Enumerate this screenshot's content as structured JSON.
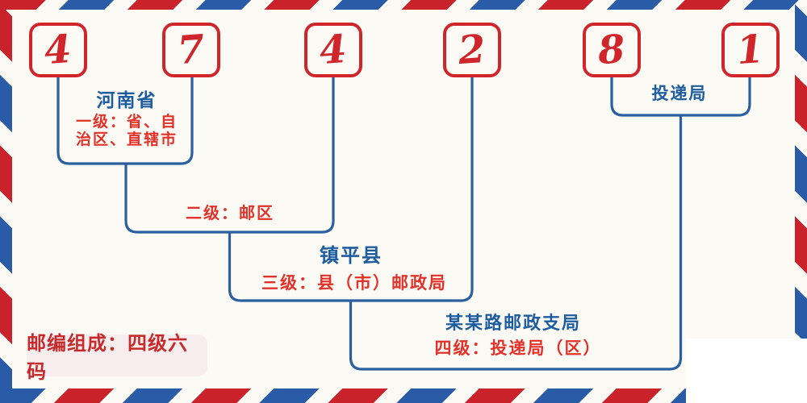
{
  "postal_code": {
    "digits": [
      "4",
      "7",
      "4",
      "2",
      "8",
      "1"
    ],
    "full": "474281"
  },
  "labels": {
    "province_name": "河南省",
    "level1_line1": "一级：省、自",
    "level1_line2": "治区、直辖市",
    "level2": "二级：邮区",
    "county_name": "镇平县",
    "level3": "三级：县（市）邮政局",
    "branch_name": "某某路邮政支局",
    "level4": "四级：投递局（区）",
    "delivery_office": "投递局",
    "composition": "邮编组成：四级六码"
  },
  "colors": {
    "stripe_red": "#c9222a",
    "stripe_blue": "#2a5ba6",
    "digit_red": "#d0262b",
    "line_blue": "#2b5f9e",
    "label_blue": "#1d5c9e",
    "label_red": "#e23128",
    "badge_bg": "#f7ecee",
    "badge_text": "#c52b2b",
    "background": "#fbfaf5"
  }
}
